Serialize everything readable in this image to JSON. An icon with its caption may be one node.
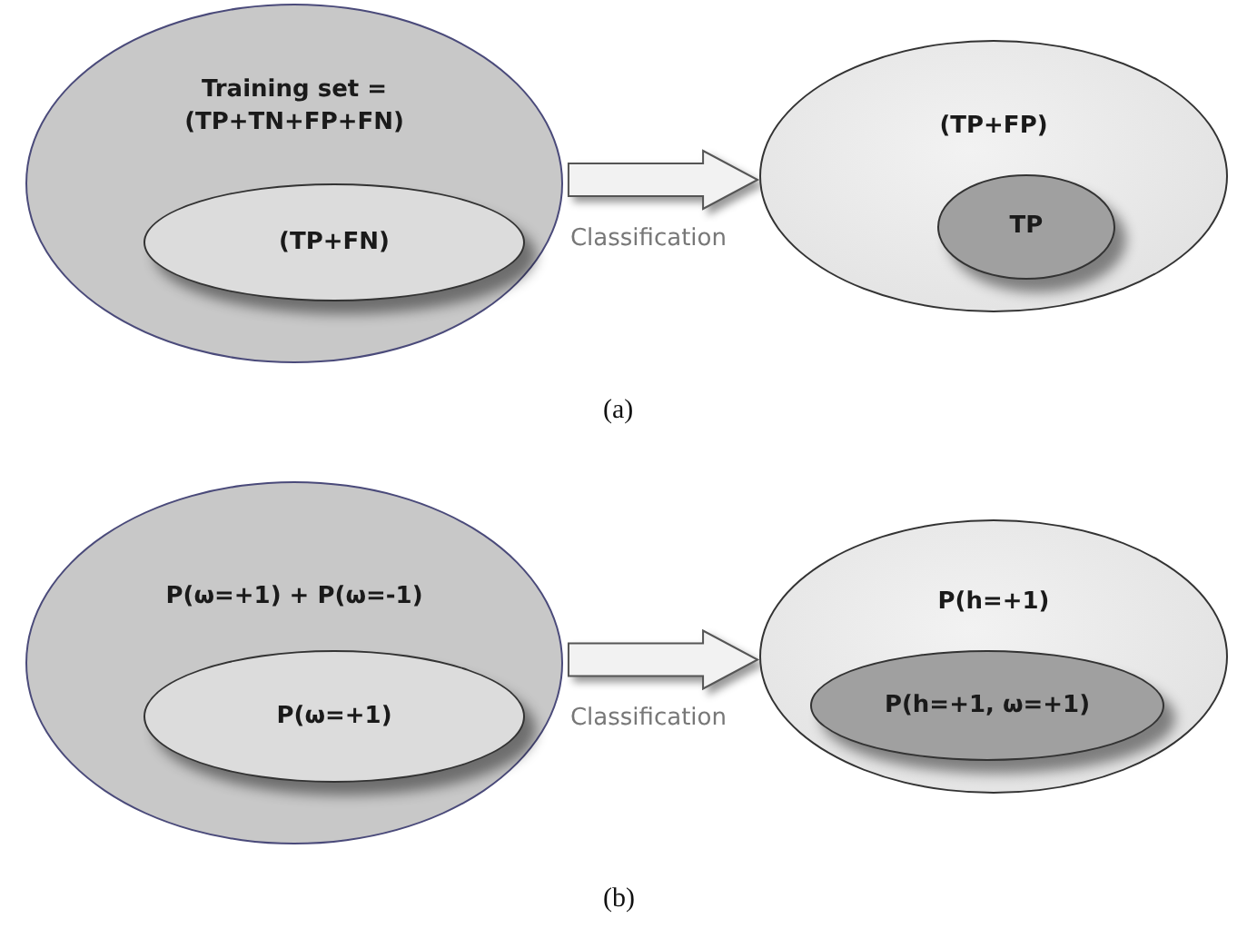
{
  "diagram": {
    "nodes": [
      {
        "text": [
          "Training set = (TP+TN+FP+FN)"
        ]
      },
      {
        "text": [
          "(TP+FN)"
        ],
        "in": 0
      },
      {
        "text": [
          "(TP+FP)"
        ]
      },
      {
        "text": [
          "TP"
        ],
        "in": 2
      },
      {
        "text": [
          "P(ω=+1) + P(ω=-1)"
        ]
      },
      {
        "text": [
          "P(ω=+1)"
        ],
        "in": 4
      },
      {
        "text": [
          "P(h=+1)"
        ]
      },
      {
        "text": [
          "P(h=+1, ω=+1)"
        ],
        "in": 6
      }
    ],
    "edges": [
      {
        "from": 0,
        "to": 2,
        "arrow": "to",
        "label": "Classification",
        "style": "thick"
      },
      {
        "from": 4,
        "to": 6,
        "arrow": "to",
        "label": "Classification",
        "style": "thick"
      }
    ],
    "labels": [
      "(a)",
      "(b)"
    ]
  }
}
